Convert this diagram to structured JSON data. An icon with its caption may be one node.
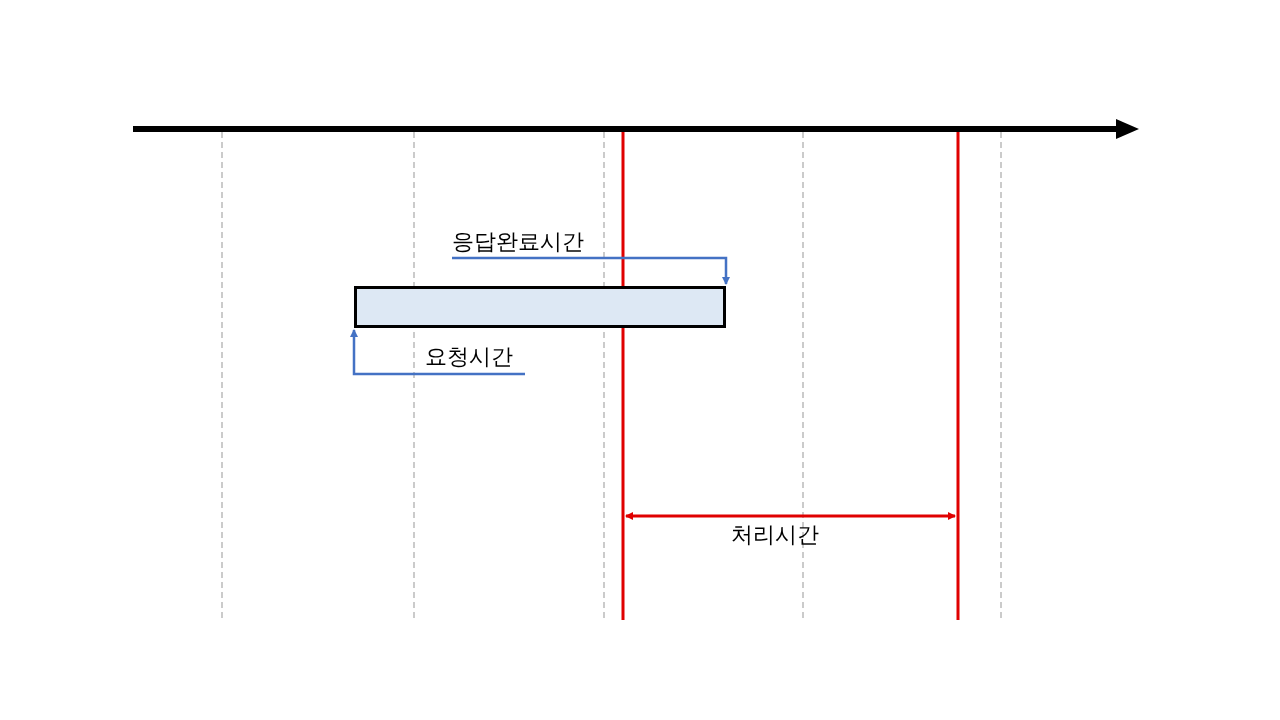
{
  "diagram": {
    "nodes": [
      {
        "text": [],
        "shape": "bar"
      },
      {
        "text": [
          "응답완료시간"
        ]
      },
      {
        "text": [
          "요청시간"
        ]
      }
    ],
    "edges": [
      {
        "from": 1,
        "to": 0,
        "arrow": "to"
      },
      {
        "from": 2,
        "to": 0,
        "arrow": "to"
      }
    ],
    "labels": [
      "처리시간"
    ]
  }
}
